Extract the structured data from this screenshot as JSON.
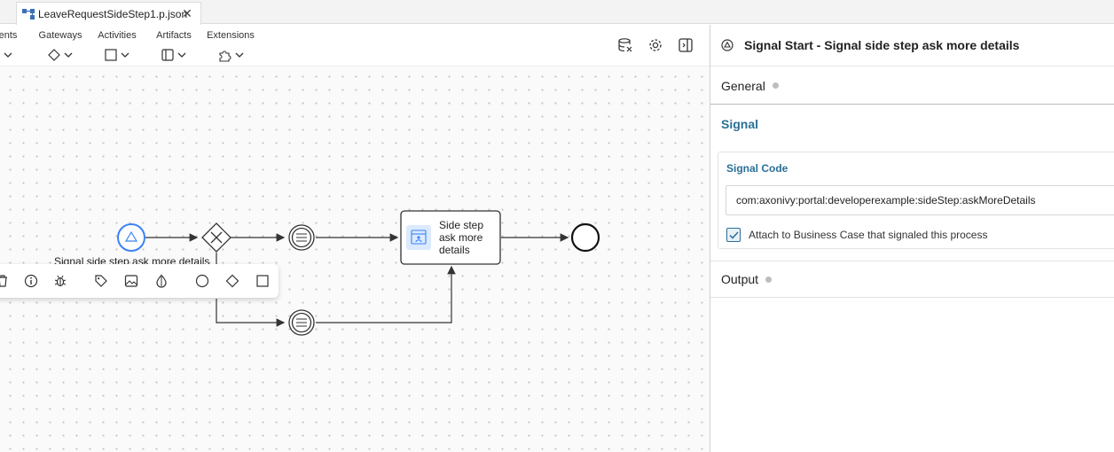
{
  "tab": {
    "title": "LeaveRequestSideStep1.p.json",
    "close_icon": "close-icon"
  },
  "toolbar": {
    "groups": [
      {
        "label": "ents"
      },
      {
        "label": "Gateways"
      },
      {
        "label": "Activities"
      },
      {
        "label": "Artifacts"
      },
      {
        "label": "Extensions"
      }
    ]
  },
  "diagram": {
    "start_label": "Signal side step ask more details",
    "activity_label_line1": "Side step",
    "activity_label_line2": "ask more",
    "activity_label_line3": "details"
  },
  "panel": {
    "title": "Signal Start - Signal side step ask more details",
    "general": "General",
    "signal": "Signal",
    "signal_code_label": "Signal Code",
    "signal_code_value": "com:axonivy:portal:developerexample:sideStep:askMoreDetails",
    "attach_label": "Attach to Business Case that signaled this process",
    "attach_checked": true,
    "output": "Output"
  },
  "colors": {
    "accent": "#2a6f97",
    "start_event": "#3b82f6",
    "activity_fill": "#dbeafe"
  }
}
